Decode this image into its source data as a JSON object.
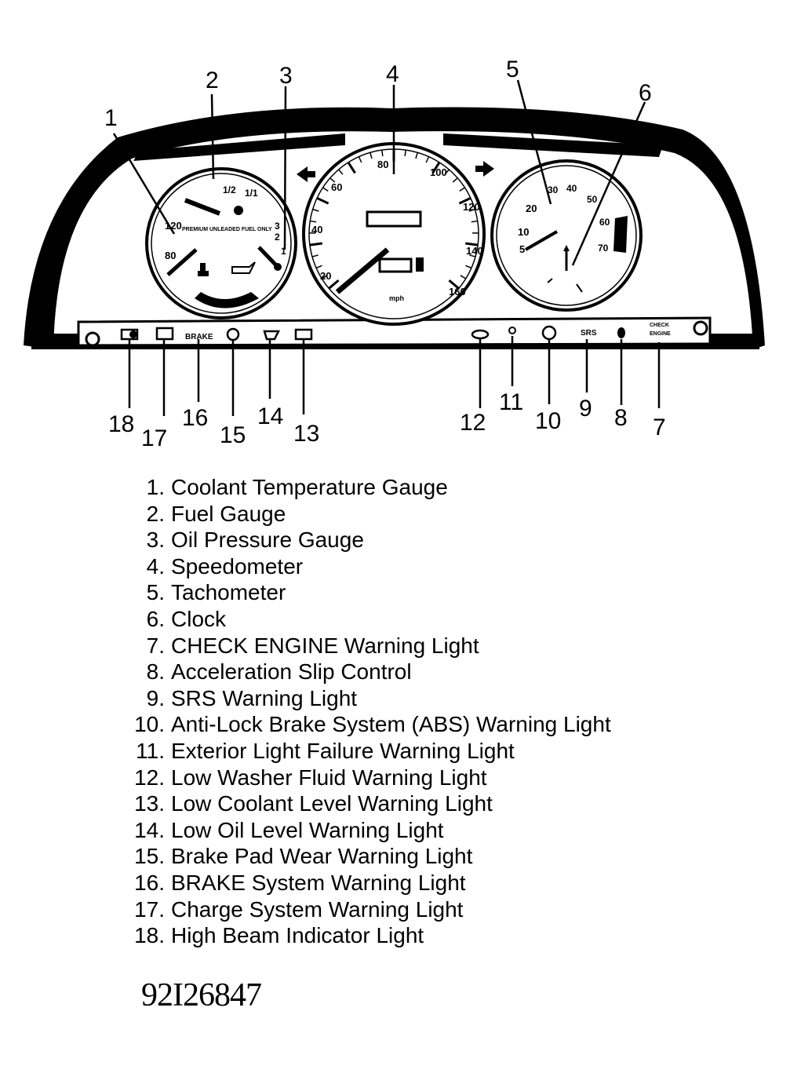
{
  "callouts": {
    "c1": "1",
    "c2": "2",
    "c3": "3",
    "c4": "4",
    "c5": "5",
    "c6": "6",
    "c7": "7",
    "c8": "8",
    "c9": "9",
    "c10": "10",
    "c11": "11",
    "c12": "12",
    "c13": "13",
    "c14": "14",
    "c15": "15",
    "c16": "16",
    "c17": "17",
    "c18": "18"
  },
  "legend": [
    {
      "num": "1.",
      "label": "Coolant Temperature Gauge"
    },
    {
      "num": "2.",
      "label": "Fuel Gauge"
    },
    {
      "num": "3.",
      "label": "Oil Pressure Gauge"
    },
    {
      "num": "4.",
      "label": "Speedometer"
    },
    {
      "num": "5.",
      "label": "Tachometer"
    },
    {
      "num": "6.",
      "label": "Clock"
    },
    {
      "num": "7.",
      "label": "CHECK ENGINE Warning Light"
    },
    {
      "num": "8.",
      "label": "Acceleration Slip Control"
    },
    {
      "num": "9.",
      "label": "SRS Warning Light"
    },
    {
      "num": "10.",
      "label": "Anti-Lock Brake System (ABS) Warning Light"
    },
    {
      "num": "11.",
      "label": "Exterior Light Failure Warning Light"
    },
    {
      "num": "12.",
      "label": "Low Washer Fluid Warning Light"
    },
    {
      "num": "13.",
      "label": "Low Coolant Level Warning Light"
    },
    {
      "num": "14.",
      "label": "Low Oil Level Warning Light"
    },
    {
      "num": "15.",
      "label": "Brake Pad Wear Warning Light"
    },
    {
      "num": "16.",
      "label": "BRAKE System Warning Light"
    },
    {
      "num": "17.",
      "label": "Charge System Warning Light"
    },
    {
      "num": "18.",
      "label": "High Beam Indicator Light"
    }
  ],
  "figure_id": "92I26847",
  "gauges": {
    "temp": {
      "t120": "120",
      "t80": "80"
    },
    "fuel": {
      "half": "1/2",
      "full": "1/1",
      "warn": "PREMIUM UNLEADED FUEL ONLY"
    },
    "oil": {
      "o3": "3",
      "o2": "2",
      "o1": "1"
    },
    "speedo": {
      "s20": "20",
      "s40": "40",
      "s60": "60",
      "s80": "80",
      "s100": "100",
      "s120": "120",
      "s140": "140",
      "s160": "160",
      "unit": "mph"
    },
    "tach": {
      "r10": "10",
      "r20": "20",
      "r30": "30",
      "r40": "40",
      "r50": "50",
      "r60": "60",
      "r70": "70",
      "r5": "5"
    },
    "strip": {
      "brake": "BRAKE",
      "srs": "SRS",
      "check1": "CHECK",
      "check2": "ENGINE"
    }
  },
  "icons": [
    "high-beam-icon",
    "battery-icon",
    "brake-pad-icon",
    "oil-can-icon",
    "coolant-icon",
    "washer-icon",
    "bulb-icon",
    "abs-icon",
    "turn-signal-icon"
  ]
}
